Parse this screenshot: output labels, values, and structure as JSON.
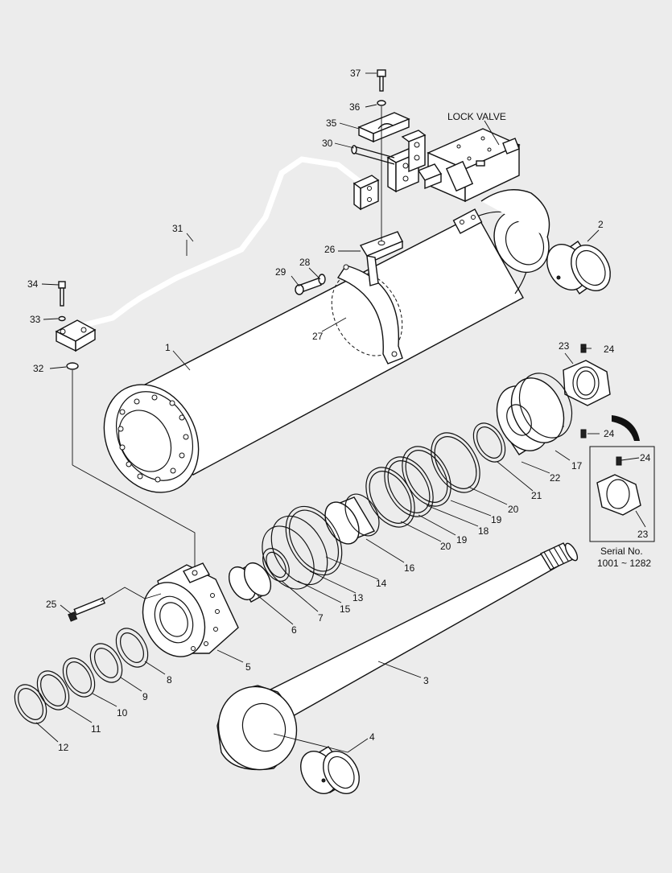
{
  "diagram": {
    "lock_valve_label": "LOCK VALVE",
    "serial_label": "Serial No.",
    "serial_range": "1001 ~ 1282",
    "callouts": {
      "c1": "1",
      "c2": "2",
      "c3": "3",
      "c4": "4",
      "c5": "5",
      "c6": "6",
      "c7": "7",
      "c8": "8",
      "c9": "9",
      "c10": "10",
      "c11": "11",
      "c12": "12",
      "c13": "13",
      "c14": "14",
      "c15": "15",
      "c16": "16",
      "c17": "17",
      "c18": "18",
      "c19a": "19",
      "c19b": "19",
      "c20a": "20",
      "c20b": "20",
      "c21": "21",
      "c22": "22",
      "c23a": "23",
      "c23b": "23",
      "c24a": "24",
      "c24b": "24",
      "c24c": "24",
      "c25": "25",
      "c26": "26",
      "c27": "27",
      "c28": "28",
      "c29": "29",
      "c30": "30",
      "c31": "31",
      "c32": "32",
      "c33": "33",
      "c34": "34",
      "c35": "35",
      "c36": "36",
      "c37": "37"
    }
  }
}
